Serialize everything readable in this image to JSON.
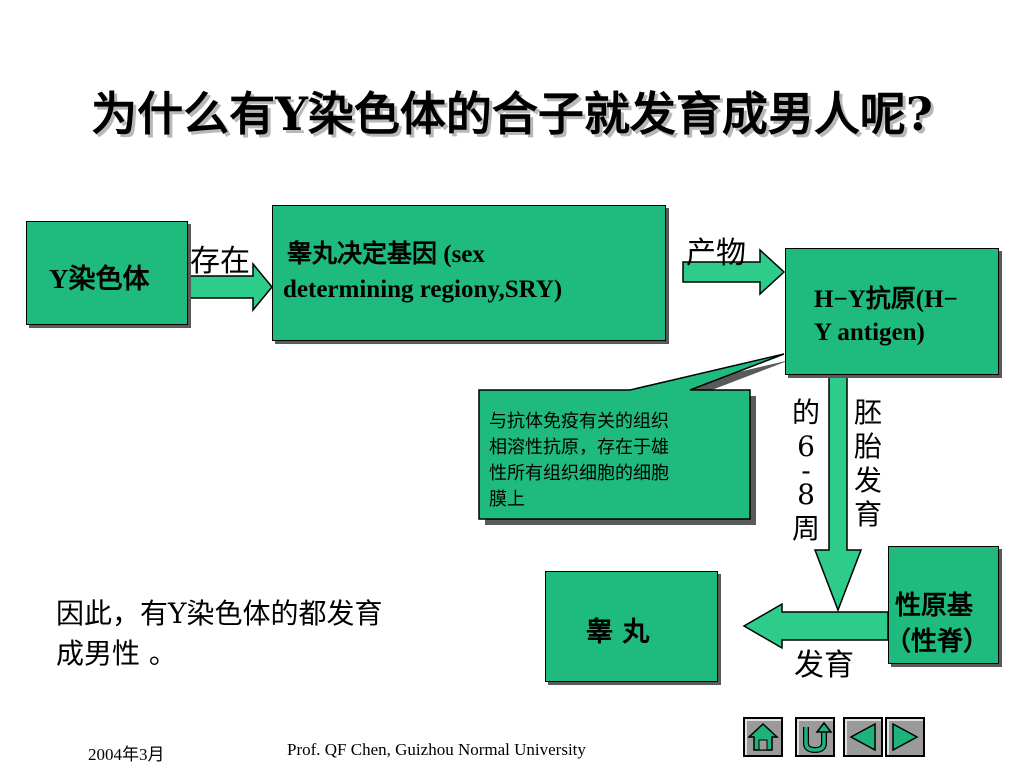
{
  "title": "为什么有Y染色体的合子就发育成男人呢?",
  "nodes": {
    "y_chromosome": "Y染色体",
    "sry_line1": "睾丸决定基因  (sex",
    "sry_line2": "determining regiony,SRY)",
    "hy_line1": "H−Y抗原(H−",
    "hy_line2": "Y antigen)",
    "gonad_line1": "性原基",
    "gonad_line2": "（性脊）",
    "testis": "睾  丸"
  },
  "labels": {
    "exist": "存在",
    "product": "产物",
    "develop": "发育",
    "embryo_left": [
      "的",
      "6",
      "-",
      "8",
      "周"
    ],
    "embryo_right": [
      "胚",
      "胎",
      "发",
      "育"
    ]
  },
  "callout": {
    "lines": [
      "与抗体免疫有关的组织",
      "相溶性抗原，存在于雄",
      "性所有组织细胞的细胞",
      "膜上"
    ]
  },
  "conclusion": {
    "lines": [
      "因此，有Y染色体的都发育",
      "成男性 。"
    ]
  },
  "footer": {
    "date": "2004年3月",
    "author": "Prof. QF Chen, Guizhou Normal University"
  },
  "colors": {
    "box_fill": "#1fba7e",
    "arrow_fill": "#2ecc8a",
    "nav_bg": "#9a9a9a",
    "nav_icon": "#1db37a"
  },
  "nav": [
    "home-icon",
    "return-icon",
    "previous-icon",
    "next-icon"
  ]
}
